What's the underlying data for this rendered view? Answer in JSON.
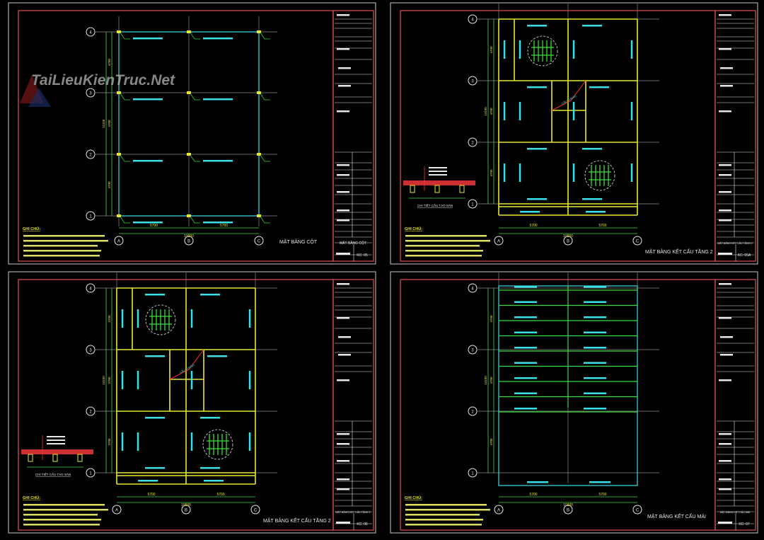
{
  "watermark": {
    "text": "TaiLieuKienTruc.Net"
  },
  "grid_labels": {
    "columns": [
      "A",
      "B",
      "C"
    ],
    "rows": [
      "4",
      "3",
      "2",
      "1"
    ]
  },
  "dimensions": {
    "bay": "5700",
    "total_width": "10000",
    "span": "4700",
    "total_height": "14100"
  },
  "notes_heading": "GHI CHÚ:",
  "slab_detail_label": "CHI TIẾT CẤU TẠO SÀN",
  "stair_label": "CẦU THANG",
  "colors": {
    "frame_red": "#e0505a",
    "border": "#c8c8c8",
    "grid": "#9a9a9a",
    "dims": "#3ddc3d",
    "column": "#38e0e8",
    "beam": "#e8e830",
    "stair": "#ff3030"
  },
  "panels": [
    {
      "title": "MẶT BẰNG CỘT",
      "block_title": "MẶT BẰNG CỘT",
      "sheet_code": "KC: 05"
    },
    {
      "title": "MẶT BẰNG KẾT CẤU TẦNG 2",
      "block_title": "MẶT BẰNG KẾT CẤU TẦNG 2",
      "sheet_code": "KC: 05A"
    },
    {
      "title": "MẶT BẰNG KẾT CẤU TẦNG 2",
      "block_title": "MẶT BẰNG KẾT CẤU TẦNG 2",
      "sheet_code": "KC: 06"
    },
    {
      "title": "MẶT BẰNG KẾT CẤU MÁI",
      "block_title": "MẶT BẰNG KẾT CẤU MÁI",
      "sheet_code": "KC: 07"
    }
  ]
}
